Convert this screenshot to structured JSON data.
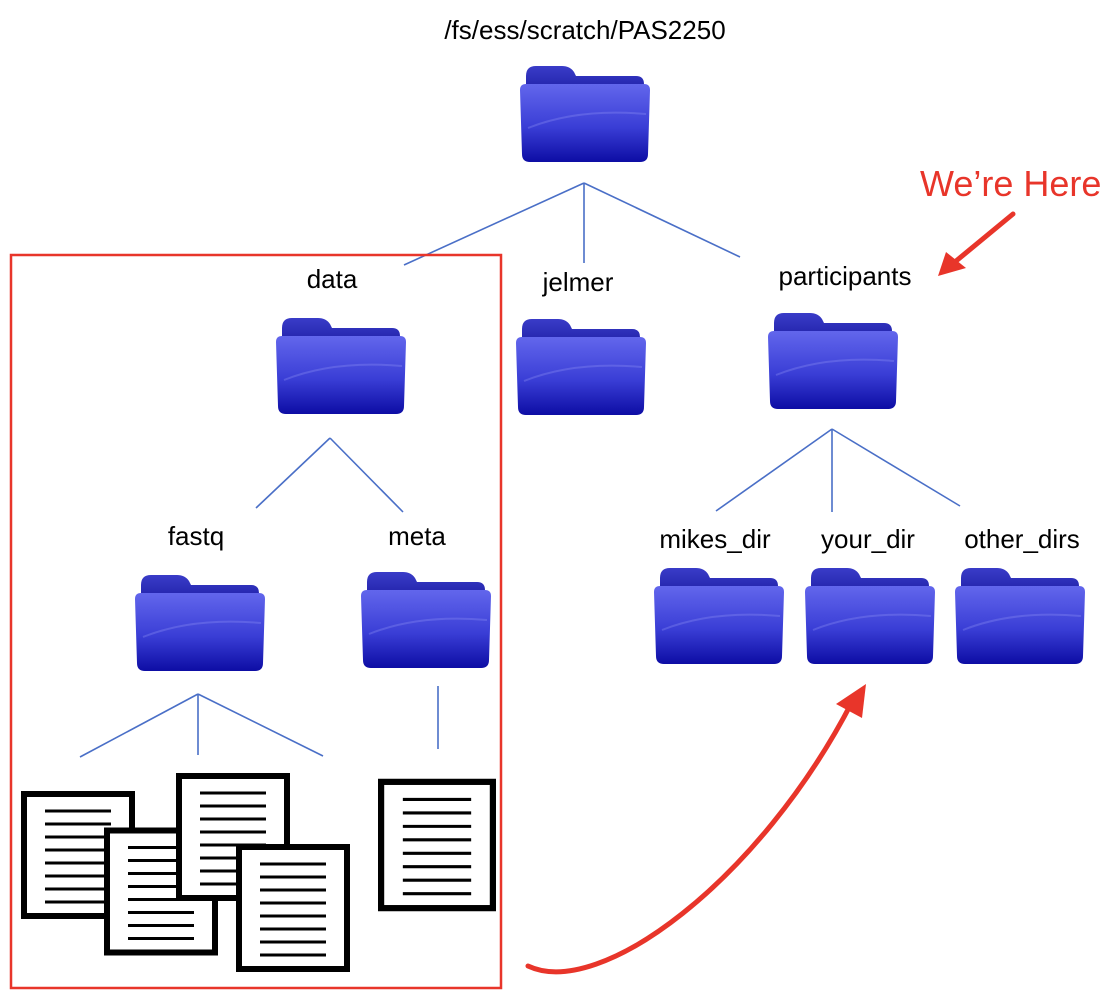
{
  "root": {
    "label": "/fs/ess/scratch/PAS2250"
  },
  "folders": {
    "data": "data",
    "jelmer": "jelmer",
    "participants": "participants",
    "fastq": "fastq",
    "meta": "meta",
    "mikes_dir": "mikes_dir",
    "your_dir": "your_dir",
    "other_dirs": "other_dirs"
  },
  "annotation": {
    "text": "We’re Here"
  },
  "colors": {
    "folder_dark": "#1010a8",
    "folder_light": "#5f63ea",
    "connector": "#4a6fc7",
    "highlight": "#e8352a"
  }
}
